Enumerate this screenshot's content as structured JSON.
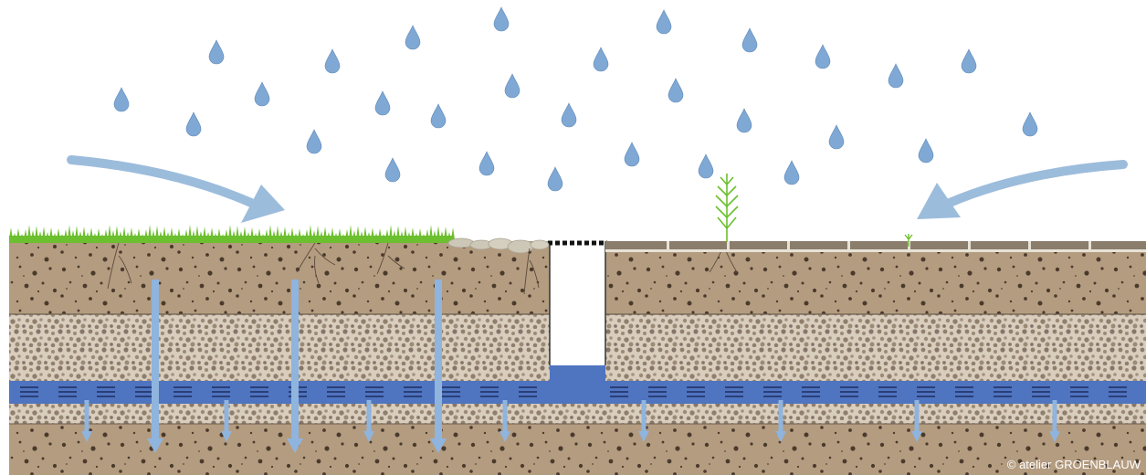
{
  "credit": "© atelier GROENBLAUW",
  "colors": {
    "sky": "#ffffff",
    "raindrop": "#7fa8d4",
    "raindrop_outline": "#5f89b8",
    "runoff_arrow": "#9cbcdc",
    "grass": "#6cbf2e",
    "topsoil": "#b49c80",
    "soil_speckle": "#4a3a2c",
    "gravel_layer": "#d9cdbd",
    "gravel_dot": "#8f7f6c",
    "drain_water": "#4f74c0",
    "drain_slot": "#2a3f78",
    "infiltration_arrow": "#8fb4de",
    "paving": "#8a7d6c",
    "paving_joint": "#e8e2d6",
    "stones": "#cdc7b8"
  },
  "elements": {
    "rain": "raindrops",
    "left_runoff": "curved-arrow-to-lawn",
    "right_runoff": "curved-arrow-to-pavement",
    "lawn": "grass-surface",
    "pavement": "permeable-paving",
    "drain_inlet": "inspection-shaft",
    "drainage_layer": "perforated-drain-layer",
    "infiltration": "downward-infiltration-arrows"
  }
}
